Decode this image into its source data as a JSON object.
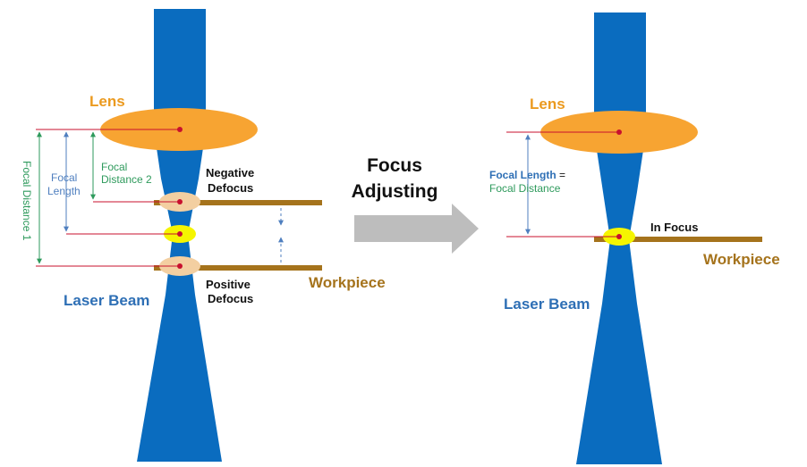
{
  "title": {
    "line1": "Focus",
    "line2": "Adjusting"
  },
  "left": {
    "lens": "Lens",
    "laser_beam": "Laser Beam",
    "workpiece": "Workpiece",
    "negative_defocus": {
      "line1": "Negative",
      "line2": "Defocus"
    },
    "positive_defocus": {
      "line1": "Positive",
      "line2": "Defocus"
    },
    "focal_length": {
      "line1": "Focal",
      "line2": "Length"
    },
    "focal_distance_2": {
      "line1": "Focal",
      "line2": "Distance 2"
    },
    "focal_distance_1": "Focal Distance 1"
  },
  "right": {
    "lens": "Lens",
    "laser_beam": "Laser Beam",
    "workpiece": "Workpiece",
    "in_focus": "In Focus",
    "focal_length_eq": {
      "line1_a": "Focal Length",
      "line1_b": " =",
      "line2": "Focal Distance"
    }
  },
  "colors": {
    "beam": "#0a6cbf",
    "lens": "#f7a432",
    "workpiece": "#a5731c",
    "spot_yellow": "#f5f500",
    "spot_tan": "#f3cfa1",
    "ref_red": "#c8102e",
    "dim_blue": "#4f7fbf",
    "dim_green": "#2e9a5c",
    "arrow_gray": "#bdbdbd",
    "label_orange": "#eb9a1f",
    "label_blue": "#2e6fb5",
    "label_brown": "#a5731c"
  }
}
